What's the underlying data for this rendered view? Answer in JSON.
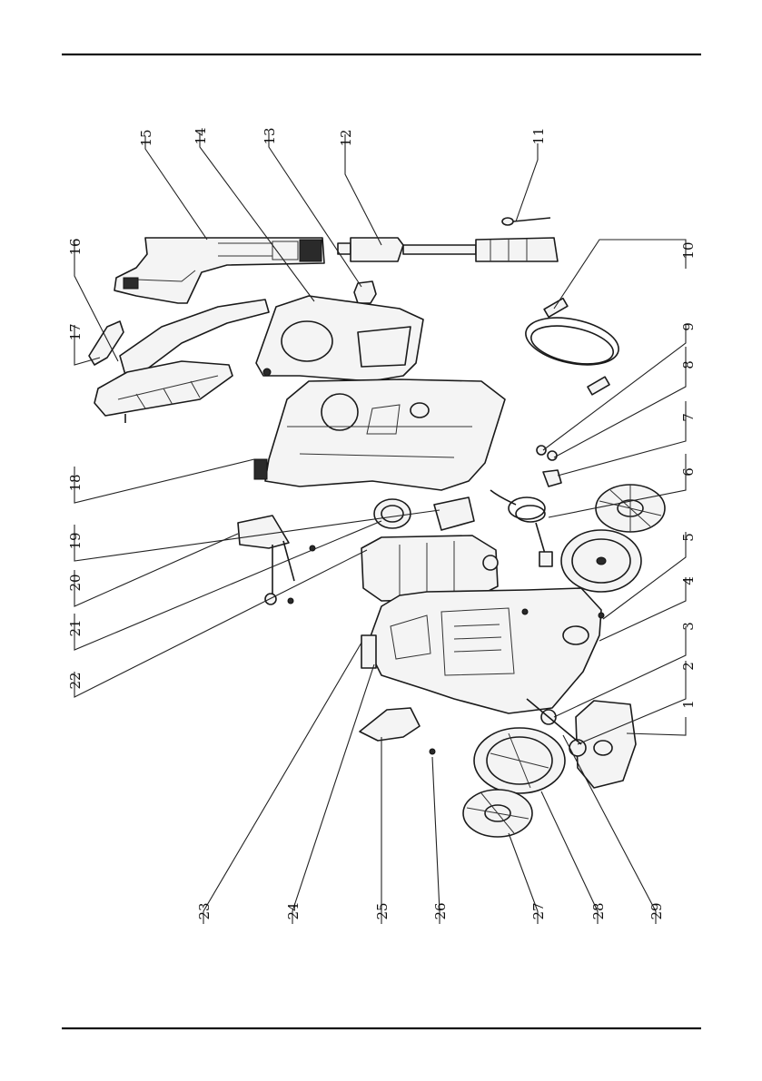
{
  "diagram": {
    "title": "",
    "callouts": [
      "1",
      "2",
      "3",
      "4",
      "5",
      "6",
      "7",
      "8",
      "9",
      "10",
      "11",
      "12",
      "13",
      "14",
      "15",
      "16",
      "17",
      "18",
      "19",
      "20",
      "21",
      "22",
      "23",
      "24",
      "25",
      "26",
      "27",
      "28",
      "29"
    ]
  }
}
